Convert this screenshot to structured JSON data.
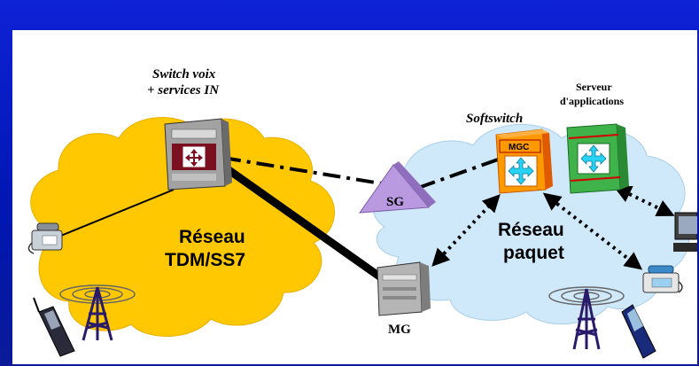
{
  "labels": {
    "switch_line1": "Switch voix",
    "switch_line2": "+ services IN",
    "softswitch": "Softswitch",
    "server_line1": "Serveur",
    "server_line2": "d'applications",
    "mgc": "MGC",
    "sg": "SG",
    "mg": "MG",
    "tdm_line1": "Réseau",
    "tdm_line2": "TDM/SS7",
    "packet_line1": "Réseau",
    "packet_line2": "paquet"
  },
  "colors": {
    "background_blue": "#0016b0",
    "cloud_tdm": "#ffc800",
    "cloud_packet": "#cfe9fb",
    "sg_purple": "#b99ae0",
    "mgc_orange": "#ff9900",
    "server_green": "#3fb24a",
    "arrow_cyan": "#29d3f5"
  },
  "icons": [
    "switch-icon",
    "mg-icon",
    "sg-icon",
    "mgc-icon",
    "server-icon",
    "telephone-icon",
    "mobile-phone-icon",
    "antenna-tower-icon",
    "computer-icon"
  ]
}
